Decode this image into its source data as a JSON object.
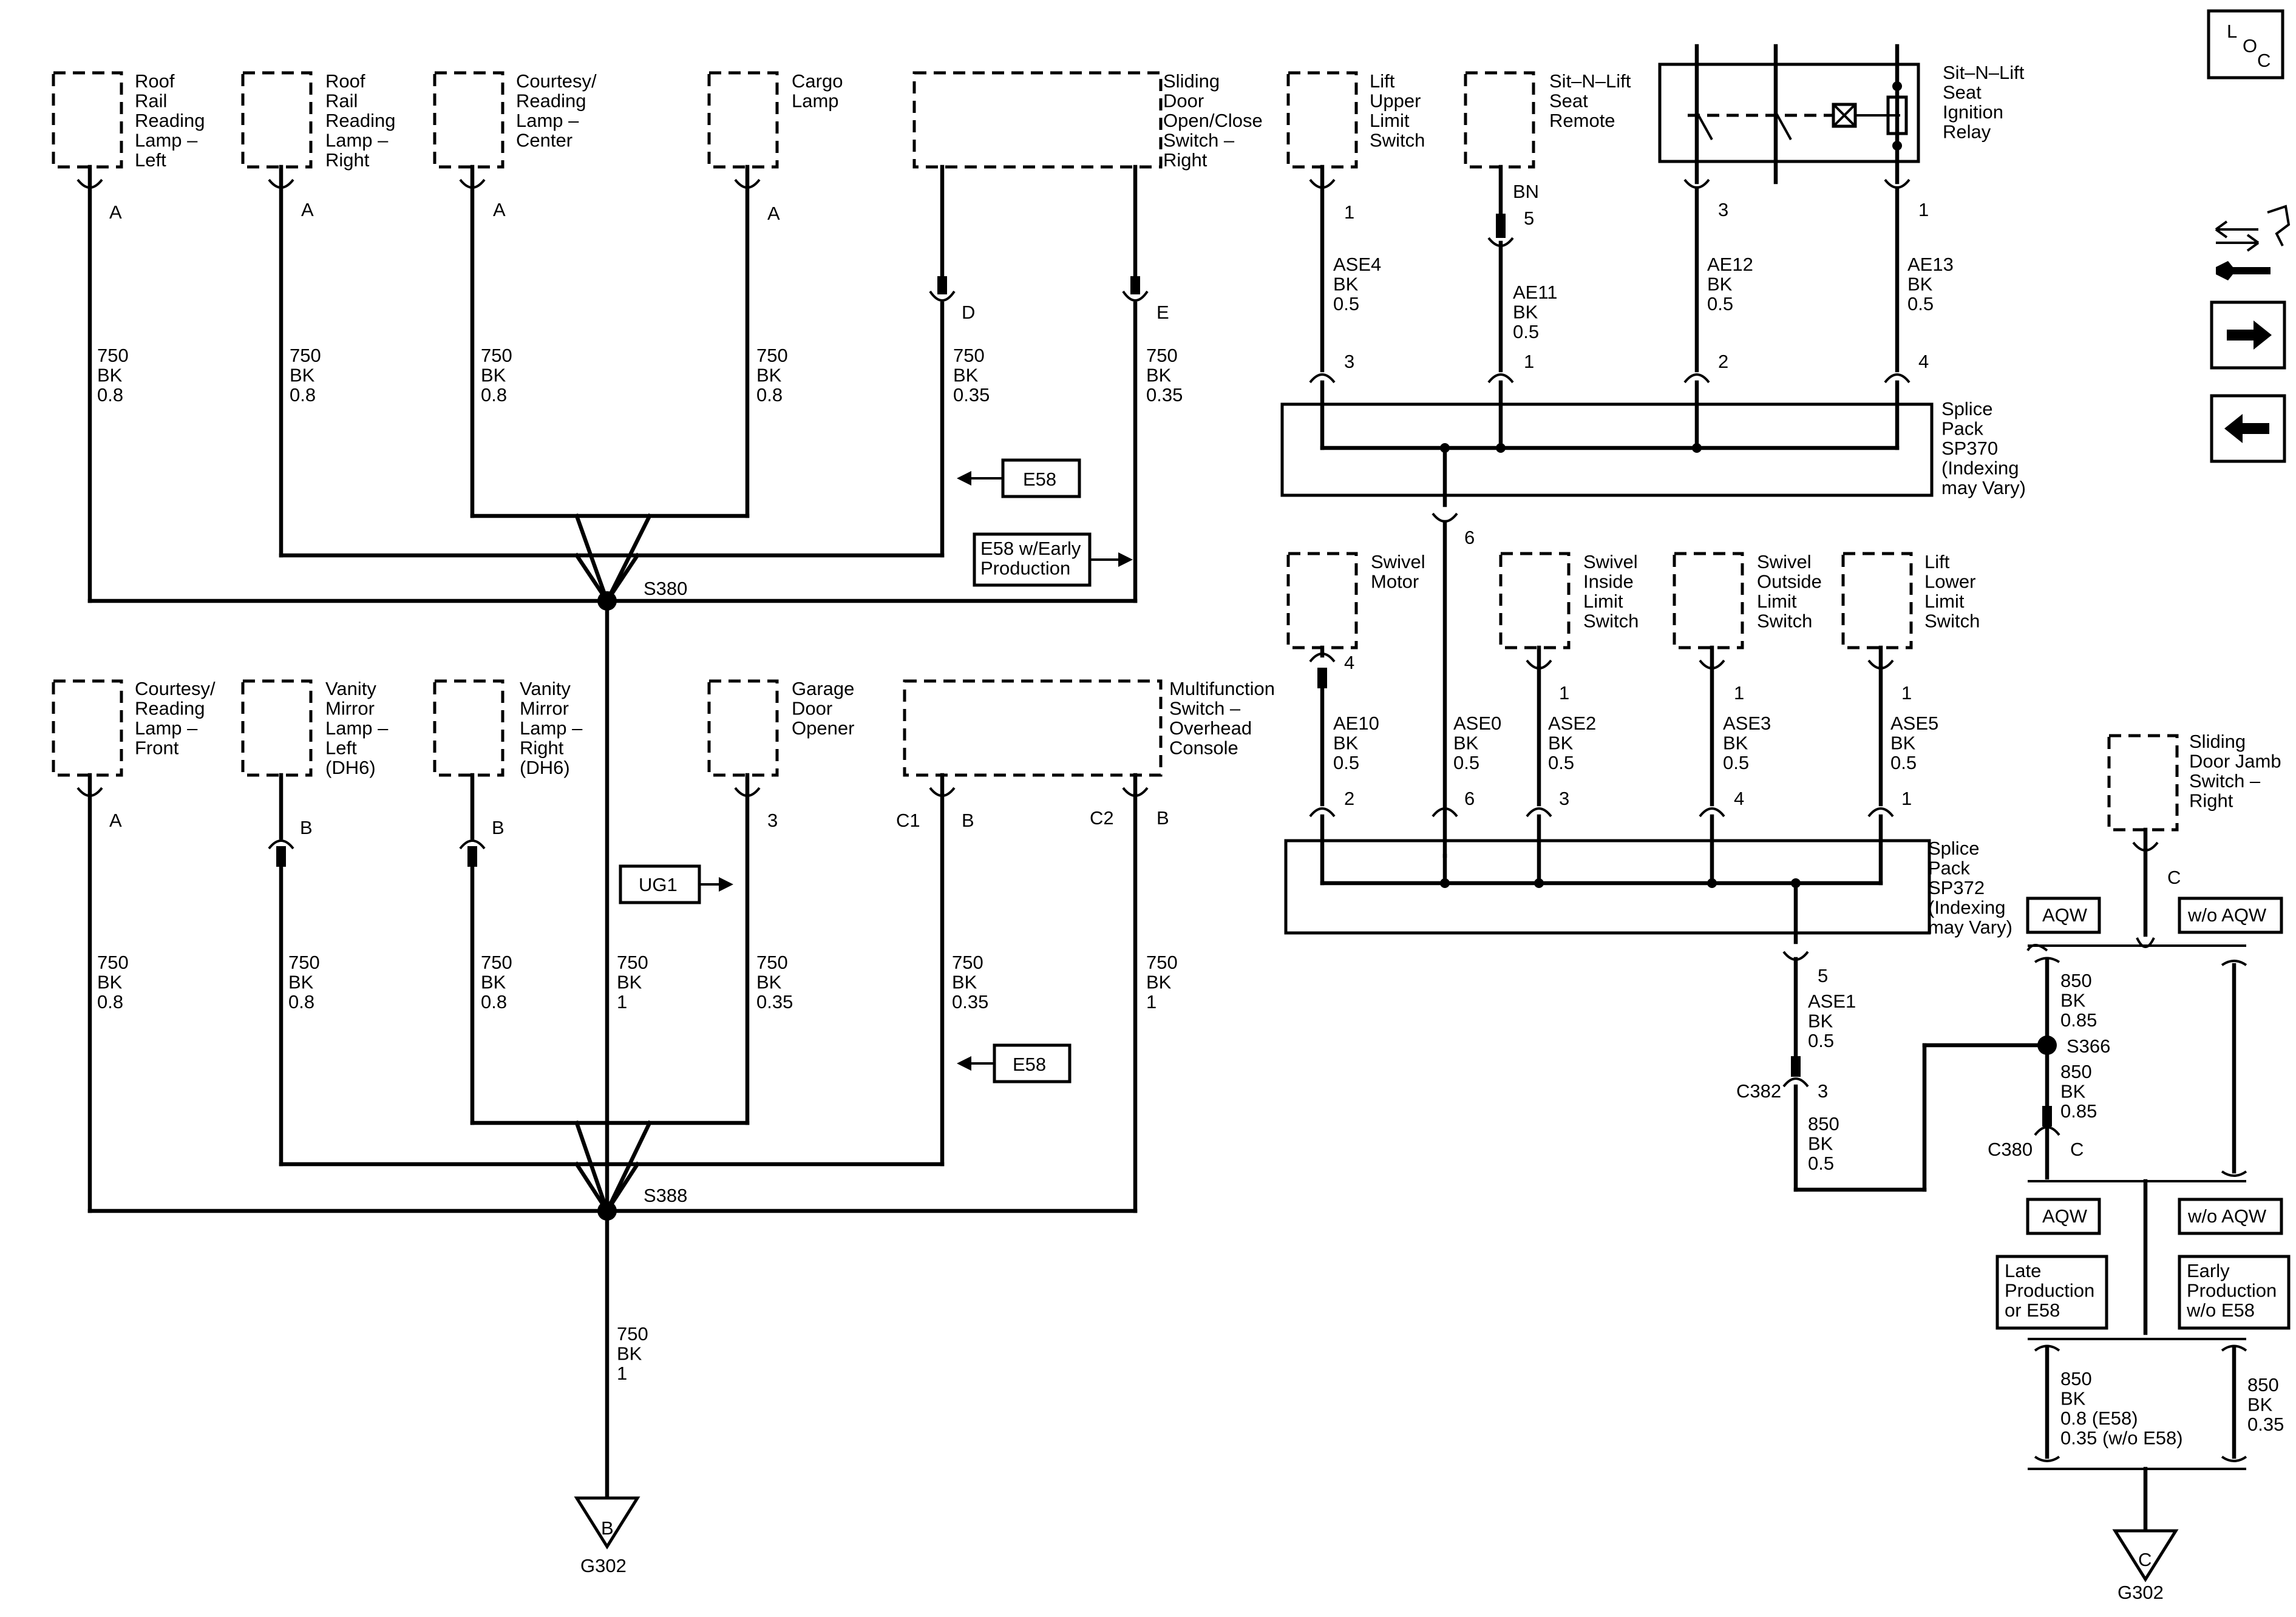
{
  "page": {
    "loc_label": "LOC",
    "icons": [
      "diagnostic-wrench-icon",
      "arrow-right-icon",
      "arrow-left-icon"
    ]
  },
  "top_components": {
    "roof_left": "Roof\nRail\nReading\nLamp –\nLeft",
    "roof_right": "Roof\nRail\nReading\nLamp –\nRight",
    "courtesy_center": "Courtesy/\nReading\nLamp –\nCenter",
    "cargo": "Cargo\nLamp",
    "sliding_switch": "Sliding\nDoor\nOpen/Close\nSwitch –\nRight"
  },
  "top_wires": {
    "roof_left": {
      "pin": "A",
      "wire": "750\nBK\n0.8"
    },
    "roof_right": {
      "pin": "A",
      "wire": "750\nBK\n0.8"
    },
    "courtesy_center": {
      "pin": "A",
      "wire": "750\nBK\n0.8"
    },
    "cargo": {
      "pin": "A",
      "wire": "750\nBK\n0.8"
    },
    "sliding_d": {
      "pin": "D",
      "wire": "750\nBK\n0.35"
    },
    "sliding_e": {
      "pin": "E",
      "wire": "750\nBK\n0.35"
    }
  },
  "labels": {
    "e58_top": "E58",
    "e58_early": "E58 w/Early\nProduction",
    "s380": "S380",
    "ug1": "UG1",
    "e58_bottom": "E58",
    "s388": "S388",
    "trunk_wire": "750\nBK\n1",
    "ground_wire": "750\nBK\n1",
    "ground_left_letter": "B",
    "ground_left_name": "G302"
  },
  "bottom_components": {
    "courtesy_front": "Courtesy/\nReading\nLamp –\nFront",
    "vanity_left": "Vanity\nMirror\nLamp –\nLeft\n(DH6)",
    "vanity_right": "Vanity\nMirror\nLamp –\nRight\n(DH6)",
    "garage": "Garage\nDoor\nOpener",
    "multifunction": "Multifunction\nSwitch –\nOverhead\nConsole"
  },
  "bottom_wires": {
    "courtesy_front": {
      "pin": "A",
      "wire": "750\nBK\n0.8"
    },
    "vanity_left": {
      "pin": "B",
      "wire": "750\nBK\n0.8"
    },
    "vanity_right": {
      "pin": "B",
      "wire": "750\nBK\n0.8"
    },
    "garage": {
      "pin": "3",
      "wire": "750\nBK\n0.35"
    },
    "multi_c1": {
      "conn": "C1",
      "pin": "B",
      "wire": "750\nBK\n0.35"
    },
    "multi_c2": {
      "conn": "C2",
      "pin": "B",
      "wire": "750\nBK\n1"
    }
  },
  "right_top": {
    "lift_upper": "Lift\nUpper\nLimit\nSwitch",
    "sit_remote": "Sit–N–Lift\nSeat\nRemote",
    "relay": "Sit–N–Lift\nSeat\nIgnition\nRelay",
    "wires": [
      {
        "pin_top": "1",
        "wire": "ASE4\nBK\n0.5",
        "pin_bottom": "3"
      },
      {
        "pin_color": "BN",
        "pin_top": "5",
        "wire": "AE11\nBK\n0.5",
        "pin_bottom": "1"
      },
      {
        "pin_top": "3",
        "wire": "AE12\nBK\n0.5",
        "pin_bottom": "2"
      },
      {
        "pin_top": "1",
        "wire": "AE13\nBK\n0.5",
        "pin_bottom": "4"
      }
    ],
    "splice370": "Splice\nPack\nSP370\n(Indexing\nmay Vary)",
    "splice370_out_pin": "6"
  },
  "right_mid": {
    "swivel_motor": "Swivel\nMotor",
    "swivel_inside": "Swivel\nInside\nLimit\nSwitch",
    "swivel_outside": "Swivel\nOutside\nLimit\nSwitch",
    "lift_lower": "Lift\nLower\nLimit\nSwitch",
    "wires": [
      {
        "pin_top": "4",
        "wire": "AE10\nBK\n0.5",
        "pin_bottom": "2"
      },
      {
        "pin_top": "",
        "wire": "ASE0\nBK\n0.5",
        "pin_bottom": "6"
      },
      {
        "pin_top": "1",
        "wire": "ASE2\nBK\n0.5",
        "pin_bottom": "3"
      },
      {
        "pin_top": "1",
        "wire": "ASE3\nBK\n0.5",
        "pin_bottom": "4"
      },
      {
        "pin_top": "1",
        "wire": "ASE5\nBK\n0.5",
        "pin_bottom": "1"
      }
    ],
    "splice372": "Splice\nPack\nSP372\n(Indexing\nmay Vary)",
    "splice372_out_pin": "5",
    "ase1_wire": "ASE1\nBK\n0.5",
    "c382_conn": "C382",
    "c382_pin": "3",
    "c382_wire": "850\nBK\n0.5"
  },
  "right_bottom": {
    "jamb_switch": "Sliding\nDoor Jamb\nSwitch –\nRight",
    "jamb_pin": "C",
    "aqw_1": "AQW",
    "wo_aqw_1": "w/o AQW",
    "wire_085_a": "850\nBK\n0.85",
    "s366": "S366",
    "wire_085_b": "850\nBK\n0.85",
    "c380_conn": "C380",
    "c380_pin": "C",
    "aqw_2": "AQW",
    "wo_aqw_2": "w/o AQW",
    "late_prod": "Late\nProduction\nor E58",
    "early_prod": "Early\nProduction\nw/o E58",
    "wire_bottom_left": "850\nBK\n0.8 (E58)\n0.35 (w/o E58)",
    "wire_bottom_right": "850\nBK\n0.35",
    "ground_letter": "C",
    "ground_name": "G302"
  }
}
